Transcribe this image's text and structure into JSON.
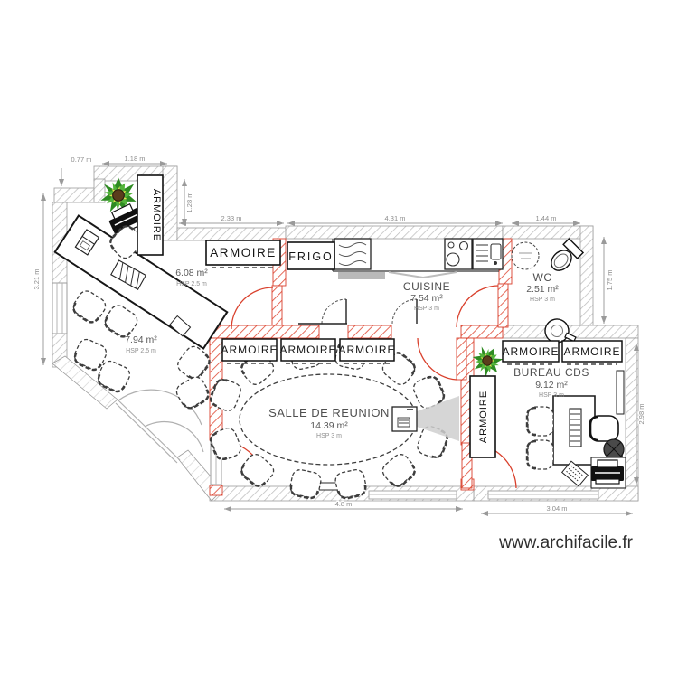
{
  "watermark": "www.archifacile.fr",
  "labels": {
    "armoire": "ARMOIRE",
    "frigo": "FRIGO"
  },
  "rooms": {
    "office_top": {
      "area": "6.08 m²",
      "hsp": "HSP 2.5 m"
    },
    "office_left": {
      "area": "7.94 m²",
      "hsp": "HSP 2.5 m"
    },
    "cuisine": {
      "name": "CUISINE",
      "area": "7.54 m²",
      "hsp": "HSP 3 m"
    },
    "wc": {
      "name": "WC",
      "area": "2.51 m²",
      "hsp": "HSP 3 m"
    },
    "salle": {
      "name": "SALLE DE REUNION",
      "area": "14.39 m²",
      "hsp": "HSP 3 m"
    },
    "bureau": {
      "name": "BUREAU CDS",
      "area": "9.12 m²",
      "hsp": "HSP 3 m"
    }
  },
  "dims": {
    "left_stub": "0.77 m",
    "nook": "1.18 m",
    "armoire_h": "1.28 m",
    "office_top_w": "2.33 m",
    "cuisine_w": "4.31 m",
    "wc_w": "1.44 m",
    "wc_h": "1.75 m",
    "left_h": "3.21 m",
    "bureau_h": "2.98 m",
    "bureau_w": "3.04 m",
    "salle_w": "4.8 m"
  },
  "colors": {
    "wall_red": "#d9402c",
    "hatch_gray": "#bdbdbd",
    "dimension": "#9a9a9a",
    "ink": "#161616",
    "room_text": "#4f4f4f",
    "plant_green": "#2e8b22"
  }
}
